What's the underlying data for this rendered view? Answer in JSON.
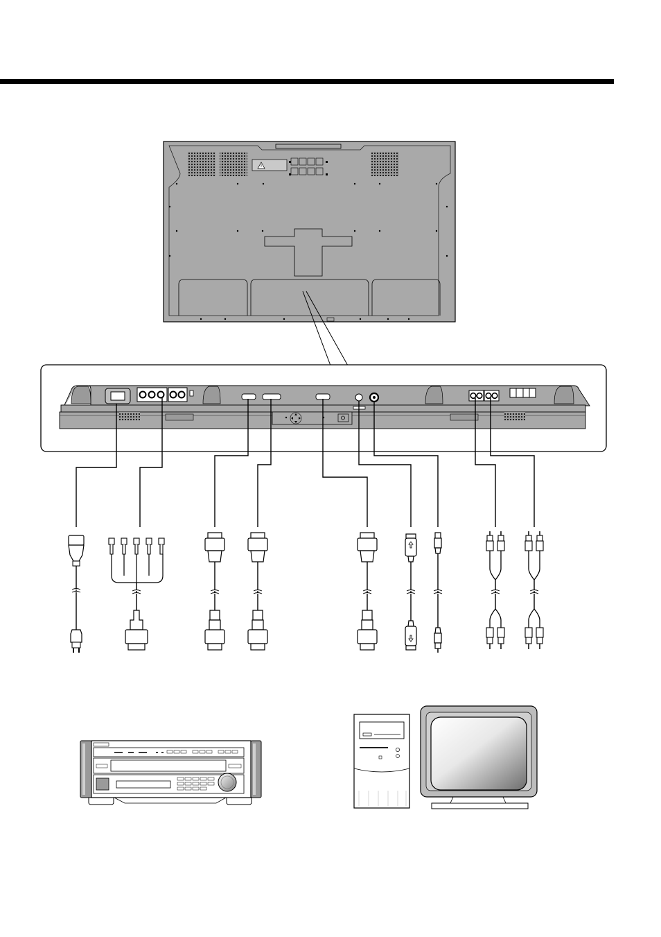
{
  "header": {
    "rule": "top-rule"
  },
  "monitor_rear": {
    "warning_icon": "warning-triangle-icon"
  },
  "connector_panel": {
    "ports": [
      "ac-inlet",
      "rgb-hv-bnc",
      "component-bnc",
      "rgb1-dsub",
      "rgb2-dsub",
      "rgb-out-dsub",
      "s-video-in",
      "video-in",
      "audio-in-1",
      "audio-in-2"
    ]
  },
  "cables": [
    {
      "id": "power-cord",
      "top": "iec-plug",
      "bottom": "mains-plug"
    },
    {
      "id": "bnc-to-dsub",
      "top": "bnc-x5",
      "bottom": "dsub"
    },
    {
      "id": "dsub-cable-1",
      "top": "dsub",
      "bottom": "dsub"
    },
    {
      "id": "dsub-cable-2",
      "top": "dsub",
      "bottom": "dsub"
    },
    {
      "id": "dsub-cable-3",
      "top": "dsub",
      "bottom": "dsub"
    },
    {
      "id": "s-video-cable",
      "top": "s-video",
      "bottom": "s-video"
    },
    {
      "id": "video-cable",
      "top": "rca",
      "bottom": "rca"
    },
    {
      "id": "audio-cable-1",
      "top": "rca-pair",
      "bottom": "rca-pair"
    },
    {
      "id": "audio-cable-2",
      "top": "rca-pair",
      "bottom": "rca-pair"
    }
  ],
  "devices": [
    {
      "id": "av-receiver",
      "icon": "av-receiver-icon"
    },
    {
      "id": "computer",
      "icon": "computer-tower-icon"
    },
    {
      "id": "crt-monitor",
      "icon": "crt-monitor-icon"
    }
  ],
  "colors": {
    "ink": "#000000",
    "panel_gray": "#a8a8a8",
    "dark_gray": "#555555"
  }
}
